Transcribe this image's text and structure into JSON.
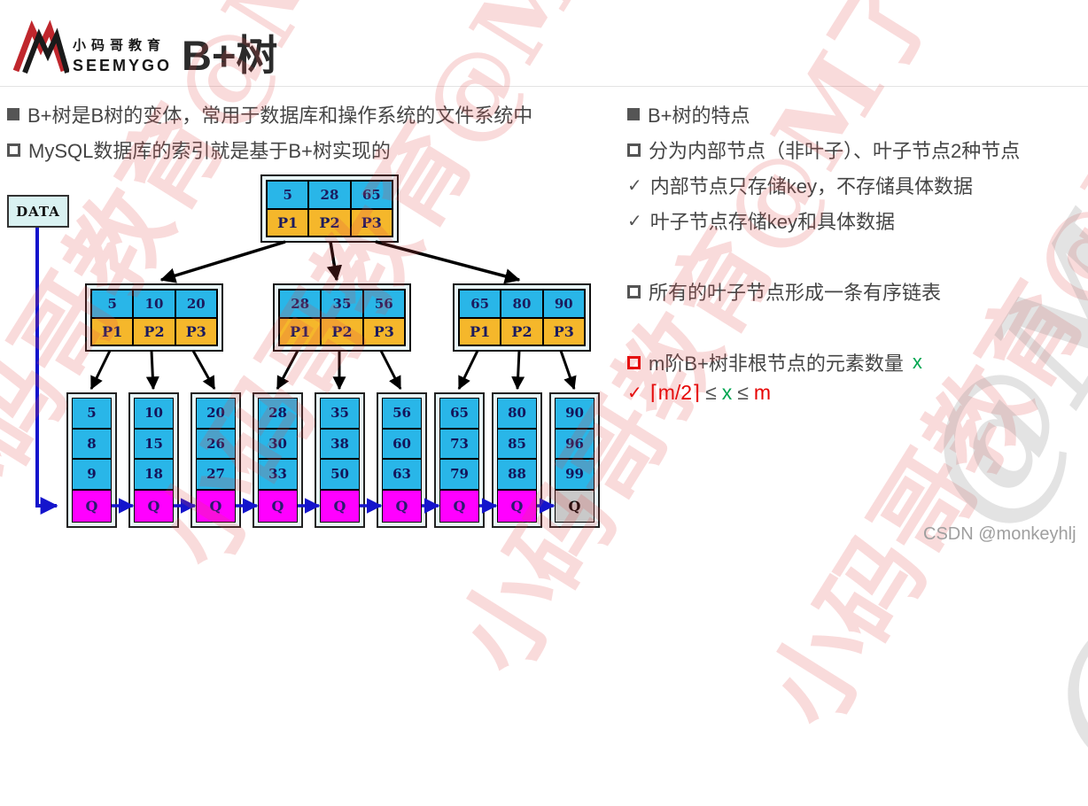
{
  "header": {
    "brand_cn": "小码哥教育",
    "brand_en": "SEEMYGO",
    "title": "B+树"
  },
  "left": {
    "b1": "B+树是B树的变体，常用于数据库和操作系统的文件系统中",
    "b2": "MySQL数据库的索引就是基于B+树实现的"
  },
  "right": {
    "b1": "B+树的特点",
    "b2": "分为内部节点（非叶子）、叶子节点2种节点",
    "b3": "内部节点只存储key，不存储具体数据",
    "b4": "叶子节点存储key和具体数据",
    "b5": "所有的叶子节点形成一条有序链表",
    "b6": {
      "text": "m阶B+树非根节点的元素数量",
      "x": "x"
    },
    "b7": {
      "check": "✓",
      "expr": "⌈m/2⌉",
      "le1": "≤",
      "x": "x",
      "le2": "≤",
      "m": "m"
    }
  },
  "tree": {
    "data_label": "DATA",
    "root": {
      "keys": [
        "5",
        "28",
        "65"
      ],
      "pointers": [
        "P1",
        "P2",
        "P3"
      ]
    },
    "internal": [
      {
        "keys": [
          "5",
          "10",
          "20"
        ],
        "pointers": [
          "P1",
          "P2",
          "P3"
        ]
      },
      {
        "keys": [
          "28",
          "35",
          "56"
        ],
        "pointers": [
          "P1",
          "P2",
          "P3"
        ]
      },
      {
        "keys": [
          "65",
          "80",
          "90"
        ],
        "pointers": [
          "P1",
          "P2",
          "P3"
        ]
      }
    ],
    "leaves": [
      {
        "values": [
          "5",
          "8",
          "9"
        ],
        "q": "Q"
      },
      {
        "values": [
          "10",
          "15",
          "18"
        ],
        "q": "Q"
      },
      {
        "values": [
          "20",
          "26",
          "27"
        ],
        "q": "Q"
      },
      {
        "values": [
          "28",
          "30",
          "33"
        ],
        "q": "Q"
      },
      {
        "values": [
          "35",
          "38",
          "50"
        ],
        "q": "Q"
      },
      {
        "values": [
          "56",
          "60",
          "63"
        ],
        "q": "Q"
      },
      {
        "values": [
          "65",
          "73",
          "79"
        ],
        "q": "Q"
      },
      {
        "values": [
          "80",
          "85",
          "88"
        ],
        "q": "Q"
      },
      {
        "values": [
          "90",
          "96",
          "99"
        ],
        "q": "Q",
        "q_variant": "gray-end-of-list"
      }
    ]
  },
  "watermarks": {
    "diagonal_red": "小码哥教育@M了个J",
    "diagonal_gray": "@M了个J",
    "credit": "CSDN @monkeyhlj"
  },
  "colors": {
    "key_cell": "#29B6E8",
    "pointer_cell": "#F5B72B",
    "q_cell": "#FF00FF",
    "q_cell_end": "#C9C9C9",
    "node_bg": "#E8F5F8",
    "tree_edge": "#000000",
    "list_link": "#1414CC",
    "accent_red": "#E60000",
    "accent_green": "#00A651",
    "body_text": "#454545"
  }
}
